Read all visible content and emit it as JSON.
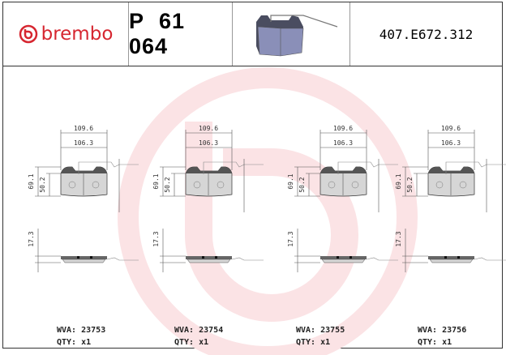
{
  "header": {
    "brand": "brembo",
    "part_number": "P 61 064",
    "reference": "407.E672.312"
  },
  "colors": {
    "brand": "#d62630",
    "watermark": "#fbe3e5",
    "pad": "#d6d6d6"
  },
  "variants": [
    {
      "width_outer": "109.6",
      "width_inner": "106.3",
      "height_outer": "69.1",
      "height_inner": "50.2",
      "thickness": "17.3",
      "wva_label": "WVA:",
      "wva": "23753",
      "qty_label": "QTY:",
      "qty": "x1"
    },
    {
      "width_outer": "109.6",
      "width_inner": "106.3",
      "height_outer": "69.1",
      "height_inner": "50.2",
      "thickness": "17.3",
      "wva_label": "WVA:",
      "wva": "23754",
      "qty_label": "QTY:",
      "qty": "x1"
    },
    {
      "width_outer": "109.6",
      "width_inner": "106.3",
      "height_outer": "69.1",
      "height_inner": "50.2",
      "thickness": "17.3",
      "wva_label": "WVA:",
      "wva": "23755",
      "qty_label": "QTY:",
      "qty": "x1"
    },
    {
      "width_outer": "109.6",
      "width_inner": "106.3",
      "height_outer": "69.1",
      "height_inner": "50.2",
      "thickness": "17.3",
      "wva_label": "WVA:",
      "wva": "23756",
      "qty_label": "QTY:",
      "qty": "x1"
    }
  ]
}
